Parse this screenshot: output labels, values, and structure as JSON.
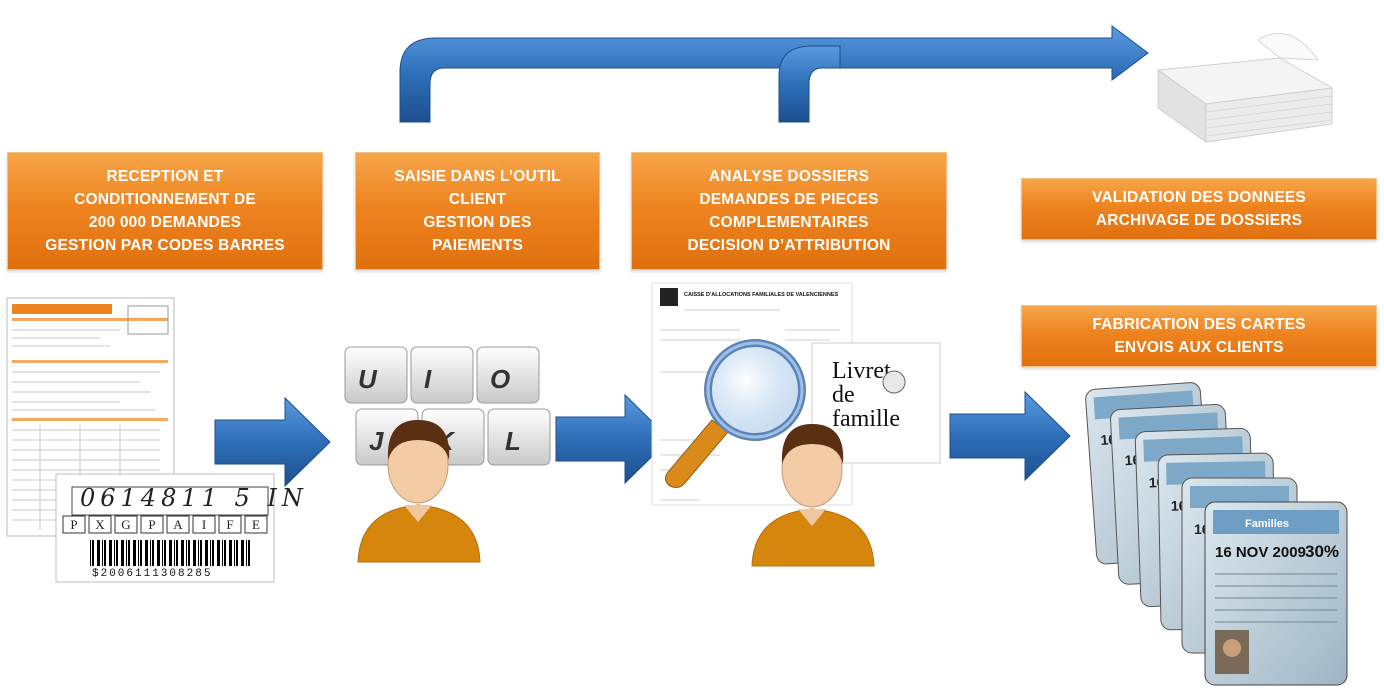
{
  "steps": [
    {
      "lines": [
        "RECEPTION ET",
        "CONDITIONNEMENT DE",
        "200 000 DEMANDES",
        "GESTION PAR CODES BARRES"
      ]
    },
    {
      "lines": [
        "SAISIE DANS L’OUTIL",
        "CLIENT",
        "GESTION DES",
        "PAIEMENTS"
      ]
    },
    {
      "lines": [
        "ANALYSE DOSSIERS",
        "DEMANDES DE PIECES",
        "COMPLEMENTAIRES",
        "DECISION D’ATTRIBUTION"
      ]
    },
    {
      "lines": [
        "VALIDATION DES DONNEES",
        "ARCHIVAGE DE DOSSIERS"
      ]
    },
    {
      "lines": [
        "FABRICATION DES CARTES",
        "ENVOIS AUX CLIENTS"
      ]
    }
  ],
  "form": {
    "handwritten_number": "0614811 5 IN",
    "checkboxes": [
      "P",
      "X",
      "G",
      "P",
      "A",
      "I",
      "F",
      "E"
    ],
    "barcode_text": "$2006111308285"
  },
  "keyboard": {
    "keys": [
      "U",
      "I",
      "O",
      "J",
      "K",
      "L"
    ]
  },
  "documents": {
    "header": "CAISSE D'ALLOCATIONS FAMILIALES DE VALENCIENNES",
    "livret_lines": [
      "Livret",
      "de",
      "famille"
    ]
  },
  "card": {
    "brand": "Familles",
    "date": "16 NOV 2009",
    "discount": "30%",
    "partial_date": "16 N"
  },
  "colors": {
    "box_orange": "#ee8420",
    "arrow_blue": "#2d6fb8"
  }
}
